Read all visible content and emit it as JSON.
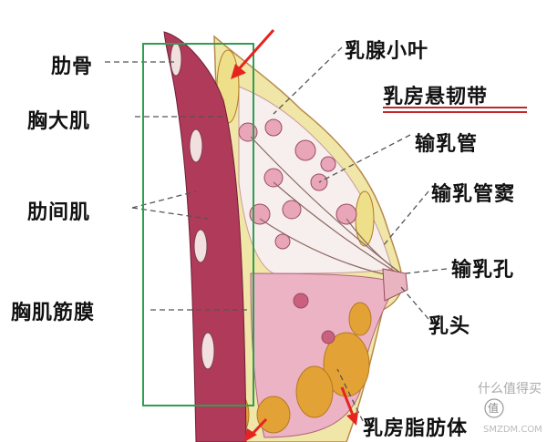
{
  "labels_left": [
    "肋骨",
    "胸大肌",
    "肋间肌",
    "胸肌筋膜"
  ],
  "labels_right": [
    "乳腺小叶",
    "乳房悬韧带",
    "输乳管",
    "输乳管窦",
    "输乳孔",
    "乳头",
    "乳房脂肪体"
  ],
  "watermark": {
    "text": "什么值得买",
    "domain": "SMZDM.COM",
    "seal": "值"
  },
  "colors": {
    "highlight_box": "#2e9e4f",
    "arrow": "#e52420",
    "underline": "#c0282a",
    "muscle": "#b03a5a",
    "fat": "#e3a236",
    "gland": "#e8a6b8"
  }
}
